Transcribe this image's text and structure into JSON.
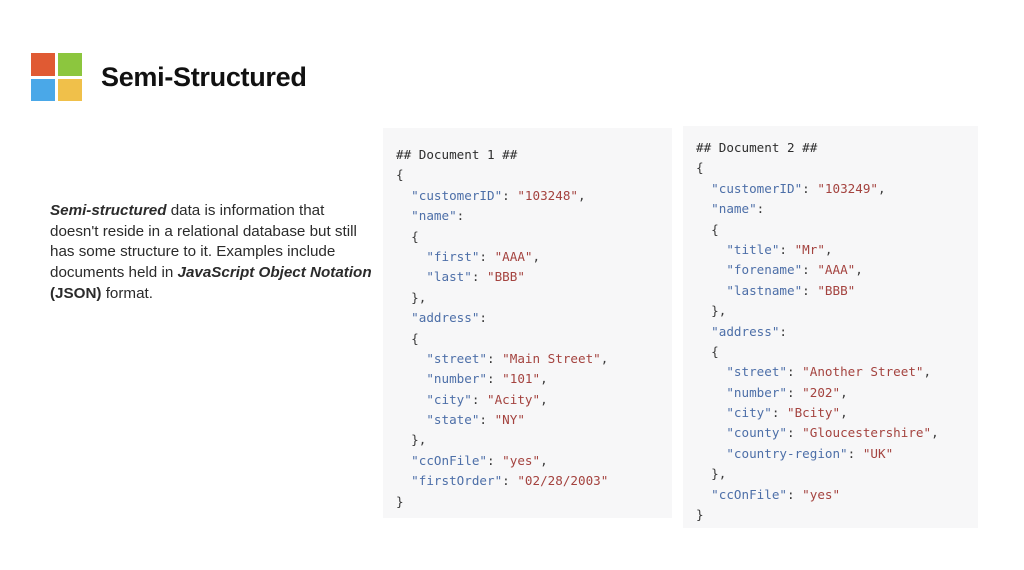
{
  "header": {
    "title": "Semi-Structured",
    "logo": {
      "name": "four-square-logo",
      "tiles": [
        {
          "name": "logo-tile-top-left",
          "color": "#e05a33"
        },
        {
          "name": "logo-tile-top-right",
          "color": "#8cc63e"
        },
        {
          "name": "logo-tile-bottom-left",
          "color": "#4aa8e8"
        },
        {
          "name": "logo-tile-bottom-right",
          "color": "#f0c04a"
        }
      ]
    }
  },
  "description": {
    "lead": "Semi-structured",
    "body_1": " data is information that doesn't reside in a relational database but still has some structure to it. Examples include documents held in ",
    "emphasis": "JavaScript Object Notation",
    "emphasis_2": " (JSON)",
    "body_2": " format."
  },
  "code_colors": {
    "background": "#f7f7f8",
    "header_text": "#2e2e2e",
    "key": "#4d6fa8",
    "string": "#a4433f",
    "punctuation": "#3a3a3a"
  },
  "panels": [
    {
      "name": "document-1",
      "heading": "## Document 1 ##",
      "lines": [
        [
          {
            "t": "hdr",
            "v": "## Document 1 ##"
          }
        ],
        [
          {
            "t": "pun",
            "v": "{"
          }
        ],
        [
          {
            "t": "key",
            "v": "  \"customerID\""
          },
          {
            "t": "pun",
            "v": ": "
          },
          {
            "t": "str",
            "v": "\"103248\""
          },
          {
            "t": "pun",
            "v": ","
          }
        ],
        [
          {
            "t": "key",
            "v": "  \"name\""
          },
          {
            "t": "pun",
            "v": ":"
          }
        ],
        [
          {
            "t": "pun",
            "v": "  {"
          }
        ],
        [
          {
            "t": "key",
            "v": "    \"first\""
          },
          {
            "t": "pun",
            "v": ": "
          },
          {
            "t": "str",
            "v": "\"AAA\""
          },
          {
            "t": "pun",
            "v": ","
          }
        ],
        [
          {
            "t": "key",
            "v": "    \"last\""
          },
          {
            "t": "pun",
            "v": ": "
          },
          {
            "t": "str",
            "v": "\"BBB\""
          }
        ],
        [
          {
            "t": "pun",
            "v": "  },"
          }
        ],
        [
          {
            "t": "key",
            "v": "  \"address\""
          },
          {
            "t": "pun",
            "v": ":"
          }
        ],
        [
          {
            "t": "pun",
            "v": "  {"
          }
        ],
        [
          {
            "t": "key",
            "v": "    \"street\""
          },
          {
            "t": "pun",
            "v": ": "
          },
          {
            "t": "str",
            "v": "\"Main Street\""
          },
          {
            "t": "pun",
            "v": ","
          }
        ],
        [
          {
            "t": "key",
            "v": "    \"number\""
          },
          {
            "t": "pun",
            "v": ": "
          },
          {
            "t": "str",
            "v": "\"101\""
          },
          {
            "t": "pun",
            "v": ","
          }
        ],
        [
          {
            "t": "key",
            "v": "    \"city\""
          },
          {
            "t": "pun",
            "v": ": "
          },
          {
            "t": "str",
            "v": "\"Acity\""
          },
          {
            "t": "pun",
            "v": ","
          }
        ],
        [
          {
            "t": "key",
            "v": "    \"state\""
          },
          {
            "t": "pun",
            "v": ": "
          },
          {
            "t": "str",
            "v": "\"NY\""
          }
        ],
        [
          {
            "t": "pun",
            "v": "  },"
          }
        ],
        [
          {
            "t": "key",
            "v": "  \"ccOnFile\""
          },
          {
            "t": "pun",
            "v": ": "
          },
          {
            "t": "str",
            "v": "\"yes\""
          },
          {
            "t": "pun",
            "v": ","
          }
        ],
        [
          {
            "t": "key",
            "v": "  \"firstOrder\""
          },
          {
            "t": "pun",
            "v": ": "
          },
          {
            "t": "str",
            "v": "\"02/28/2003\""
          }
        ],
        [
          {
            "t": "pun",
            "v": "}"
          }
        ]
      ]
    },
    {
      "name": "document-2",
      "heading": "## Document 2 ##",
      "lines": [
        [
          {
            "t": "hdr",
            "v": "## Document 2 ##"
          }
        ],
        [
          {
            "t": "pun",
            "v": "{"
          }
        ],
        [
          {
            "t": "key",
            "v": "  \"customerID\""
          },
          {
            "t": "pun",
            "v": ": "
          },
          {
            "t": "str",
            "v": "\"103249\""
          },
          {
            "t": "pun",
            "v": ","
          }
        ],
        [
          {
            "t": "key",
            "v": "  \"name\""
          },
          {
            "t": "pun",
            "v": ":"
          }
        ],
        [
          {
            "t": "pun",
            "v": "  {"
          }
        ],
        [
          {
            "t": "key",
            "v": "    \"title\""
          },
          {
            "t": "pun",
            "v": ": "
          },
          {
            "t": "str",
            "v": "\"Mr\""
          },
          {
            "t": "pun",
            "v": ","
          }
        ],
        [
          {
            "t": "key",
            "v": "    \"forename\""
          },
          {
            "t": "pun",
            "v": ": "
          },
          {
            "t": "str",
            "v": "\"AAA\""
          },
          {
            "t": "pun",
            "v": ","
          }
        ],
        [
          {
            "t": "key",
            "v": "    \"lastname\""
          },
          {
            "t": "pun",
            "v": ": "
          },
          {
            "t": "str",
            "v": "\"BBB\""
          }
        ],
        [
          {
            "t": "pun",
            "v": "  },"
          }
        ],
        [
          {
            "t": "key",
            "v": "  \"address\""
          },
          {
            "t": "pun",
            "v": ":"
          }
        ],
        [
          {
            "t": "pun",
            "v": "  {"
          }
        ],
        [
          {
            "t": "key",
            "v": "    \"street\""
          },
          {
            "t": "pun",
            "v": ": "
          },
          {
            "t": "str",
            "v": "\"Another Street\""
          },
          {
            "t": "pun",
            "v": ","
          }
        ],
        [
          {
            "t": "key",
            "v": "    \"number\""
          },
          {
            "t": "pun",
            "v": ": "
          },
          {
            "t": "str",
            "v": "\"202\""
          },
          {
            "t": "pun",
            "v": ","
          }
        ],
        [
          {
            "t": "key",
            "v": "    \"city\""
          },
          {
            "t": "pun",
            "v": ": "
          },
          {
            "t": "str",
            "v": "\"Bcity\""
          },
          {
            "t": "pun",
            "v": ","
          }
        ],
        [
          {
            "t": "key",
            "v": "    \"county\""
          },
          {
            "t": "pun",
            "v": ": "
          },
          {
            "t": "str",
            "v": "\"Gloucestershire\""
          },
          {
            "t": "pun",
            "v": ","
          }
        ],
        [
          {
            "t": "key",
            "v": "    \"country-region\""
          },
          {
            "t": "pun",
            "v": ": "
          },
          {
            "t": "str",
            "v": "\"UK\""
          }
        ],
        [
          {
            "t": "pun",
            "v": "  },"
          }
        ],
        [
          {
            "t": "key",
            "v": "  \"ccOnFile\""
          },
          {
            "t": "pun",
            "v": ": "
          },
          {
            "t": "str",
            "v": "\"yes\""
          }
        ],
        [
          {
            "t": "pun",
            "v": "}"
          }
        ]
      ]
    }
  ]
}
